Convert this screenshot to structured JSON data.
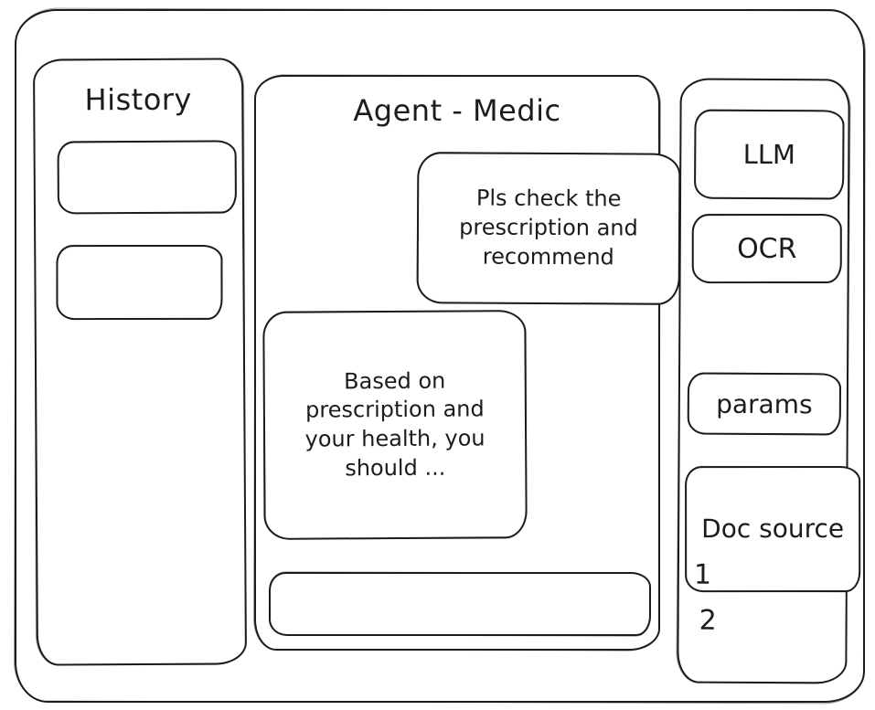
{
  "history": {
    "title": "History",
    "items": [
      {
        "label": ""
      },
      {
        "label": ""
      }
    ]
  },
  "chat": {
    "title": "Agent - Medic",
    "messages": [
      {
        "role": "user",
        "text": "Pls check the prescription and recommend"
      },
      {
        "role": "assistant",
        "text": "Based on prescription and your health, you should ..."
      }
    ],
    "input": {
      "value": "",
      "placeholder": ""
    }
  },
  "tools": {
    "items": [
      {
        "label": "LLM"
      },
      {
        "label": "OCR"
      },
      {
        "label": "params"
      },
      {
        "label": "Doc source"
      }
    ],
    "doc_sources": [
      "1",
      "2"
    ]
  },
  "colors": {
    "ink": "#1c1c1c",
    "background": "#ffffff"
  }
}
